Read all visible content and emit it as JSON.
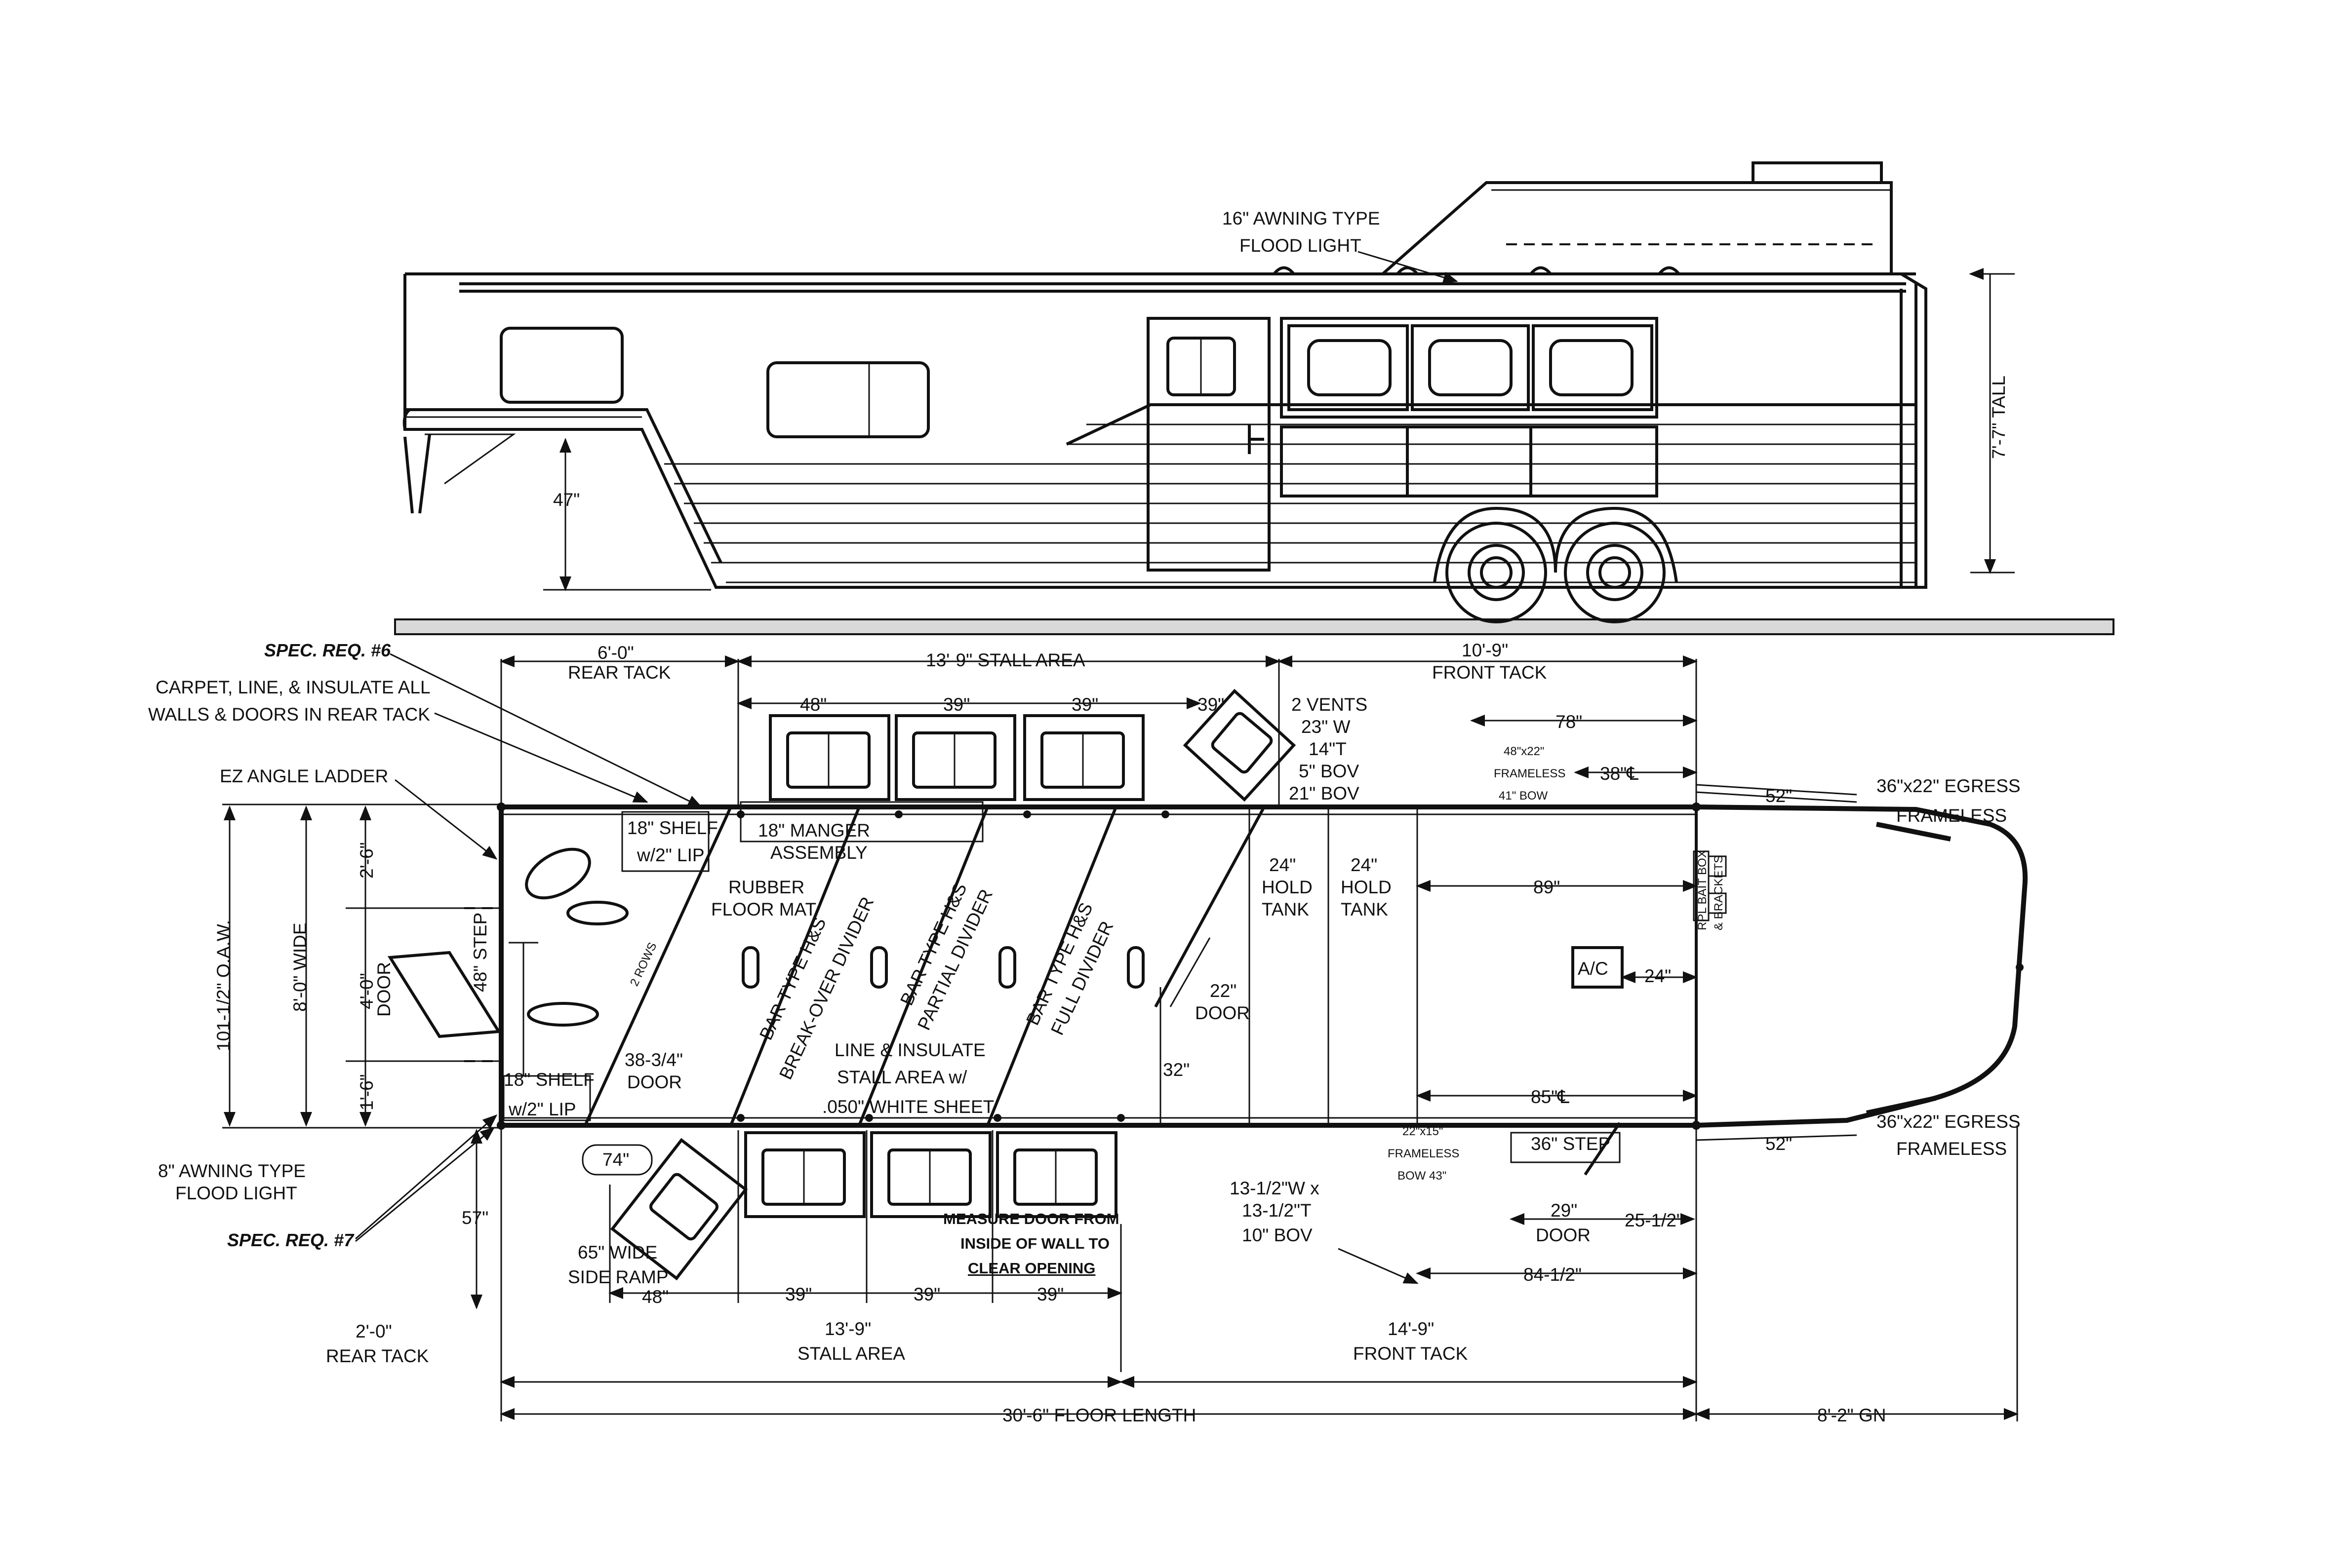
{
  "colors": {
    "ink": "#111111",
    "paper": "#ffffff",
    "ground": "#d9d9d9"
  },
  "labels": {
    "spec6": "SPEC. REQ. #6",
    "spec7": "SPEC. REQ. #7",
    "carpet1": "CARPET, LINE, & INSULATE ALL",
    "carpet2": "WALLS & DOORS IN REAR TACK",
    "ladder": "EZ ANGLE LADDER",
    "awning16_1": "16\" AWNING TYPE",
    "awning16_2": "FLOOD LIGHT",
    "tall": "7'-7\" TALL",
    "h47": "47\"",
    "rear_tack_dim": "6'-0\"",
    "rear_tack": "REAR TACK",
    "stall_top": "13'-9\" STALL AREA",
    "front_tack_dim": "10'-9\"",
    "front_tack": "FRONT TACK",
    "w48_top": "48\"",
    "w39_a": "39\"",
    "w39_b": "39\"",
    "w39_c": "39\"",
    "vents1": "2 VENTS",
    "vents2": "23\" W",
    "vents3": "14\"T",
    "vents4": "5\" BOV",
    "vents5": "21\" BOV",
    "d78": "78\"",
    "frameless_a1": "48\"x22\"",
    "frameless_a2": "FRAMELESS",
    "frameless_a3": "41\" BOW",
    "d38c": "38\"℄",
    "d52_top": "52\"",
    "egress_top1": "36\"x22\" EGRESS",
    "egress_top2": "FRAMELESS",
    "shelf_top1": "18\" SHELF",
    "shelf_top2": "w/2\" LIP",
    "manger1": "18\" MANGER",
    "manger2": "ASSEMBLY",
    "mat1": "RUBBER",
    "mat2": "FLOOR MAT",
    "rows": "2 ROWS",
    "div_break1": "BAR TYPE H&S",
    "div_break2": "BREAK-OVER DIVIDER",
    "div_part1": "BAR TYPE H&S",
    "div_part2": "PARTIAL DIVIDER",
    "div_full1": "BAR TYPE H&S",
    "div_full2": "FULL DIVIDER",
    "hold_a1": "24\"",
    "hold_a2": "HOLD",
    "hold_a3": "TANK",
    "hold_b1": "24\"",
    "hold_b2": "HOLD",
    "hold_b3": "TANK",
    "d89": "89\"",
    "ac": "A/C",
    "d24": "24\"",
    "brackets1": "RPL BAIT BOX",
    "brackets2": "& BRACKETS",
    "oaw": "101-1/2\" O.A.W.",
    "wide": "8'-0\" WIDE",
    "d26": "2'-6\"",
    "d40": "4'-0\"",
    "door_l": "DOOR",
    "d16": "1'-6\"",
    "step48": "48\" STEP",
    "shelf_bot1": "18\" SHELF",
    "shelf_bot2": "w/2\" LIP",
    "door3834_1": "38-3/4\"",
    "door3834_2": "DOOR",
    "line1": "LINE & INSULATE",
    "line2": "STALL AREA w/",
    "line3": ".050\" WHITE SHEET",
    "d22_1": "22\"",
    "d22_2": "DOOR",
    "d32": "32\"",
    "d85c": "85\"℄",
    "d52_bot": "52\"",
    "egress_bot1": "36\"x22\" EGRESS",
    "egress_bot2": "FRAMELESS",
    "frameless_b1": "22\"x15\"",
    "frameless_b2": "FRAMELESS",
    "frameless_b3": "BOW 43\"",
    "step36": "36\" STEP",
    "awning8_1": "8\" AWNING TYPE",
    "awning8_2": "FLOOD LIGHT",
    "d74": "74\"",
    "d57": "57\"",
    "ramp1": "65\" WIDE",
    "ramp2": "SIDE RAMP",
    "b48": "48\"",
    "b39_a": "39\"",
    "b39_b": "39\"",
    "b39_c": "39\"",
    "measure1": "MEASURE DOOR FROM",
    "measure2": "INSIDE OF WALL TO",
    "measure3": "CLEAR OPENING",
    "vent13_1": "13-1/2\"W x",
    "vent13_2": "13-1/2\"T",
    "vent13_3": "10\" BOV",
    "door29_1": "29\"",
    "door29_2": "DOOR",
    "d25": "25-1/2\"",
    "d845": "84-1/2\"",
    "rear_tack_bot_dim": "2'-0\"",
    "rear_tack_bot": "REAR TACK",
    "stall_bot_dim": "13'-9\"",
    "stall_bot": "STALL AREA",
    "front_tack_bot_dim": "14'-9\"",
    "front_tack_bot": "FRONT TACK",
    "floor_len": "30'-6\" FLOOR LENGTH",
    "gn": "8'-2\" GN"
  }
}
